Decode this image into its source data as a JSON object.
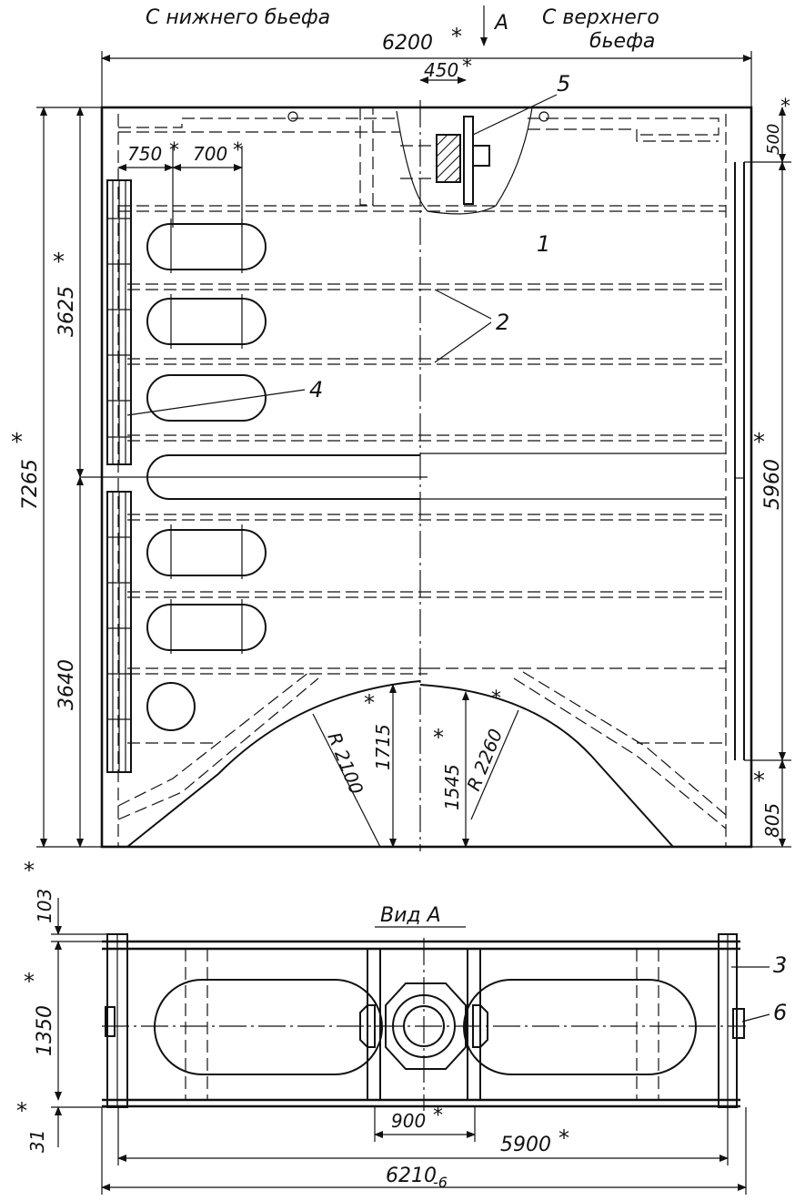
{
  "top_labels": {
    "downstream": "С нижнего бьефа",
    "upstream_line1": "С верхнего",
    "upstream_line2": "бьефа",
    "view_arrow": "A"
  },
  "plan_dimensions": {
    "overall_width": "6200",
    "offset_450": "450",
    "left_750": "750",
    "left_700": "700",
    "top_right_500": "500",
    "height_total": "7265",
    "upper_3625": "3625",
    "lower_3640": "3640",
    "right_5960": "5960",
    "right_805": "805",
    "arc_height_1715": "1715",
    "arc_height_1545": "1545",
    "radius_left": "R 2100",
    "radius_right": "R 2260"
  },
  "callouts": {
    "c1": "1",
    "c2": "2",
    "c3": "3",
    "c4": "4",
    "c5": "5",
    "c6": "6"
  },
  "view_a": {
    "title": "Вид А",
    "dim_103": "103",
    "dim_1350": "1350",
    "dim_31": "31",
    "dim_900": "900",
    "dim_5900": "5900",
    "dim_6210": "6210",
    "dim_6210_tol": "-6"
  },
  "marks": {
    "star": "*"
  }
}
